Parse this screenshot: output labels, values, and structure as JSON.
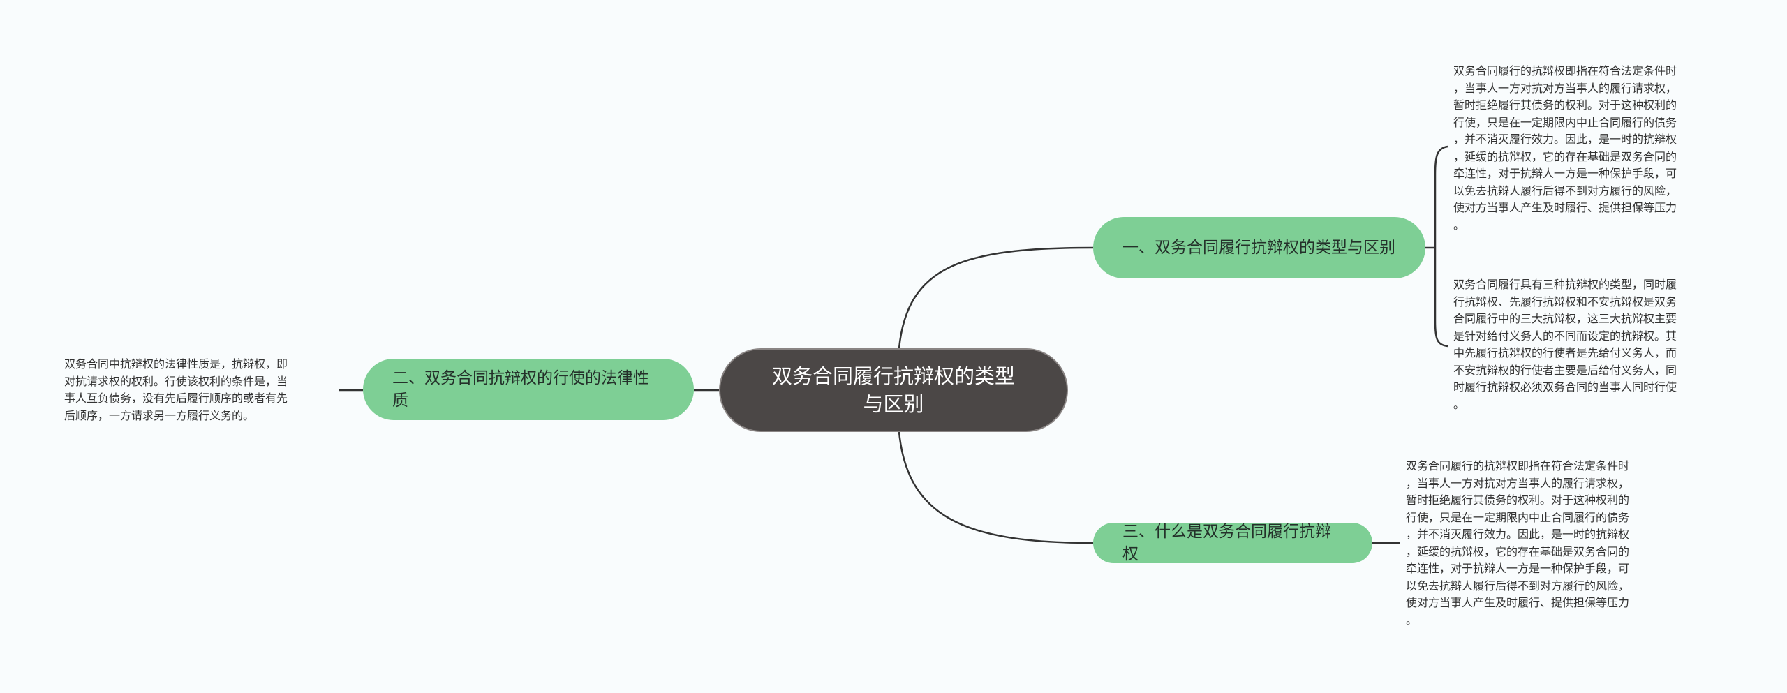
{
  "root": {
    "label": "双务合同履行抗辩权的类型与区别"
  },
  "branches": [
    {
      "label": "一、双务合同履行抗辩权的类型与区别",
      "children": [
        {
          "text": "双务合同履行的抗辩权即指在符合法定条件时\n，当事人一方对抗对方当事人的履行请求权，\n暂时拒绝履行其债务的权利。对于这种权利的\n行使，只是在一定期限内中止合同履行的债务\n，并不消灭履行效力。因此，是一时的抗辩权\n，延缓的抗辩权，它的存在基础是双务合同的\n牵连性，对于抗辩人一方是一种保护手段，可\n以免去抗辩人履行后得不到对方履行的风险，\n使对方当事人产生及时履行、提供担保等压力\n。"
        },
        {
          "text": "双务合同履行具有三种抗辩权的类型，同时履\n行抗辩权、先履行抗辩权和不安抗辩权是双务\n合同履行中的三大抗辩权，这三大抗辩权主要\n是针对给付义务人的不同而设定的抗辩权。其\n中先履行抗辩权的行使者是先给付义务人，而\n不安抗辩权的行使者主要是后给付义务人，同\n时履行抗辩权必须双务合同的当事人同时行使\n。"
        }
      ]
    },
    {
      "label": "二、双务合同抗辩权的行使的法律性质",
      "children": [
        {
          "text": "双务合同中抗辩权的法律性质是，抗辩权，即\n对抗请求权的权利。行使该权利的条件是，当\n事人互负债务，没有先后履行顺序的或者有先\n后顺序，一方请求另一方履行义务的。"
        }
      ]
    },
    {
      "label": "三、什么是双务合同履行抗辩权",
      "children": [
        {
          "text": "双务合同履行的抗辩权即指在符合法定条件时\n，当事人一方对抗对方当事人的履行请求权，\n暂时拒绝履行其债务的权利。对于这种权利的\n行使，只是在一定期限内中止合同履行的债务\n，并不消灭履行效力。因此，是一时的抗辩权\n，延缓的抗辩权，它的存在基础是双务合同的\n牵连性，对于抗辩人一方是一种保护手段，可\n以免去抗辩人履行后得不到对方履行的风险，\n使对方当事人产生及时履行、提供担保等压力\n。"
        }
      ]
    }
  ],
  "colors": {
    "root_fill": "#4b4746",
    "branch_fill": "#7ecf95",
    "connector": "#333333",
    "background": "#f9fcfd"
  }
}
